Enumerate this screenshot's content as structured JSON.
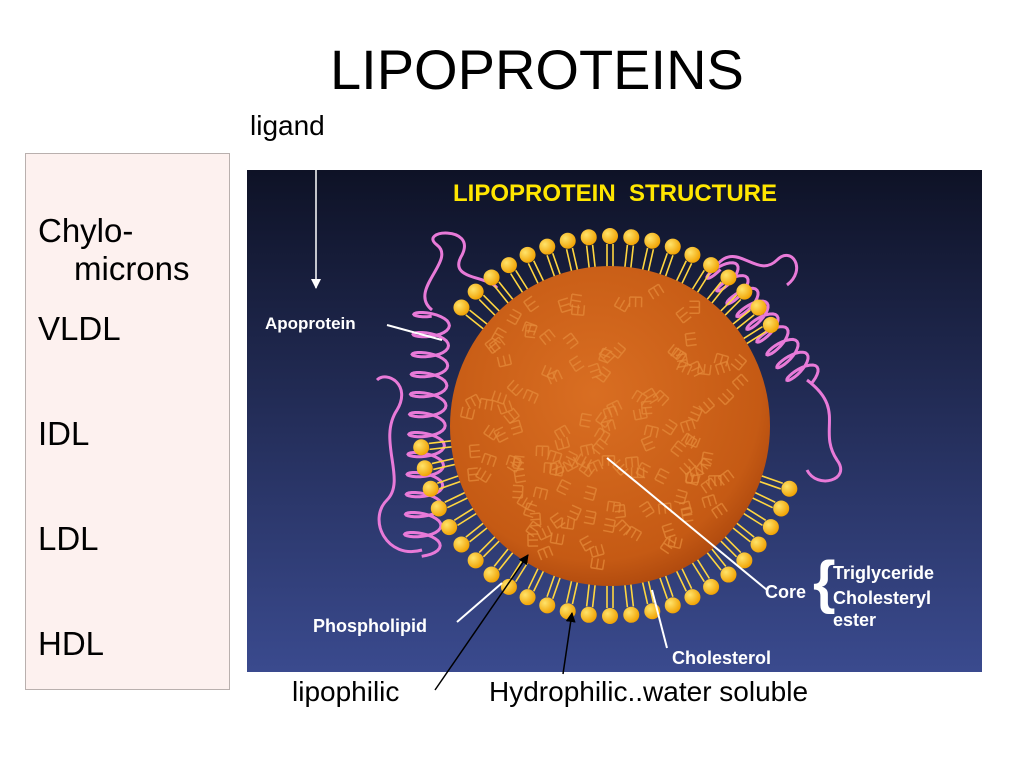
{
  "slide": {
    "title": "LIPOPROTEINS",
    "ligand_label": "ligand"
  },
  "sidebar": {
    "items": [
      {
        "line1": "Chylo-",
        "line2": "microns"
      },
      {
        "line1": "VLDL"
      },
      {
        "line1": "IDL"
      },
      {
        "line1": "LDL"
      },
      {
        "line1": "HDL"
      }
    ]
  },
  "diagram": {
    "heading": "LIPOPROTEIN  STRUCTURE",
    "labels": {
      "apoprotein": "Apoprotein",
      "phospholipid": "Phospholipid",
      "cholesterol": "Cholesterol",
      "core": "Core",
      "core_items": [
        "Triglyceride",
        "Cholesteryl",
        "ester"
      ]
    },
    "colors": {
      "background_top": "#0e1226",
      "background_bottom": "#3a4a8e",
      "heading": "#ffe600",
      "core": "#c8621a",
      "phospholipid_head": "#ffb400",
      "apoprotein": "#e87ad8"
    }
  },
  "annotations": {
    "lipophilic": "lipophilic",
    "hydrophilic": "Hydrophilic..water soluble"
  }
}
